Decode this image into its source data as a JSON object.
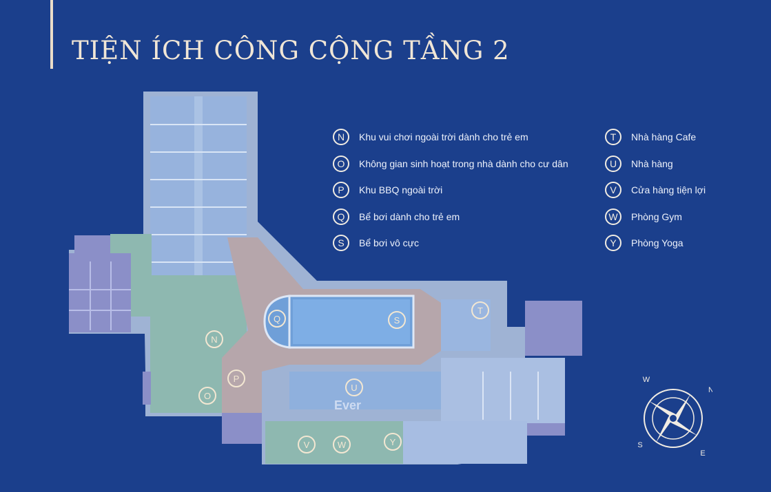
{
  "title": "TIỆN ÍCH CÔNG CỘNG TẦNG 2",
  "legend": [
    {
      "letter": "N",
      "label": "Khu vui chơi ngoài trời dành cho trẻ em"
    },
    {
      "letter": "O",
      "label": "Không gian sinh hoạt trong nhà dành cho cư dân"
    },
    {
      "letter": "P",
      "label": "Khu BBQ ngoài trời"
    },
    {
      "letter": "Q",
      "label": "Bể bơi dành cho trẻ em"
    },
    {
      "letter": "S",
      "label": "Bể bơi vô cực"
    },
    {
      "letter": "T",
      "label": "Nhà hàng Cafe"
    },
    {
      "letter": "U",
      "label": "Nhà hàng"
    },
    {
      "letter": "V",
      "label": "Cửa hàng tiện lợi"
    },
    {
      "letter": "W",
      "label": "Phòng Gym"
    },
    {
      "letter": "Y",
      "label": "Phòng Yoga"
    }
  ],
  "map_markers": [
    "N",
    "O",
    "P",
    "Q",
    "S",
    "T",
    "U",
    "V",
    "W",
    "Y"
  ],
  "watermark": "Ever",
  "compass": {
    "n": "N",
    "s": "S",
    "e": "E",
    "w": "W"
  },
  "colors": {
    "background": "#1b3f8c",
    "marker": "#f3e7d2",
    "pool": "#6f9fd8",
    "deck": "#b5a8ab",
    "apartments": "#8fb2dd",
    "green": "#88b2a7",
    "purple": "#8f8fc6"
  }
}
